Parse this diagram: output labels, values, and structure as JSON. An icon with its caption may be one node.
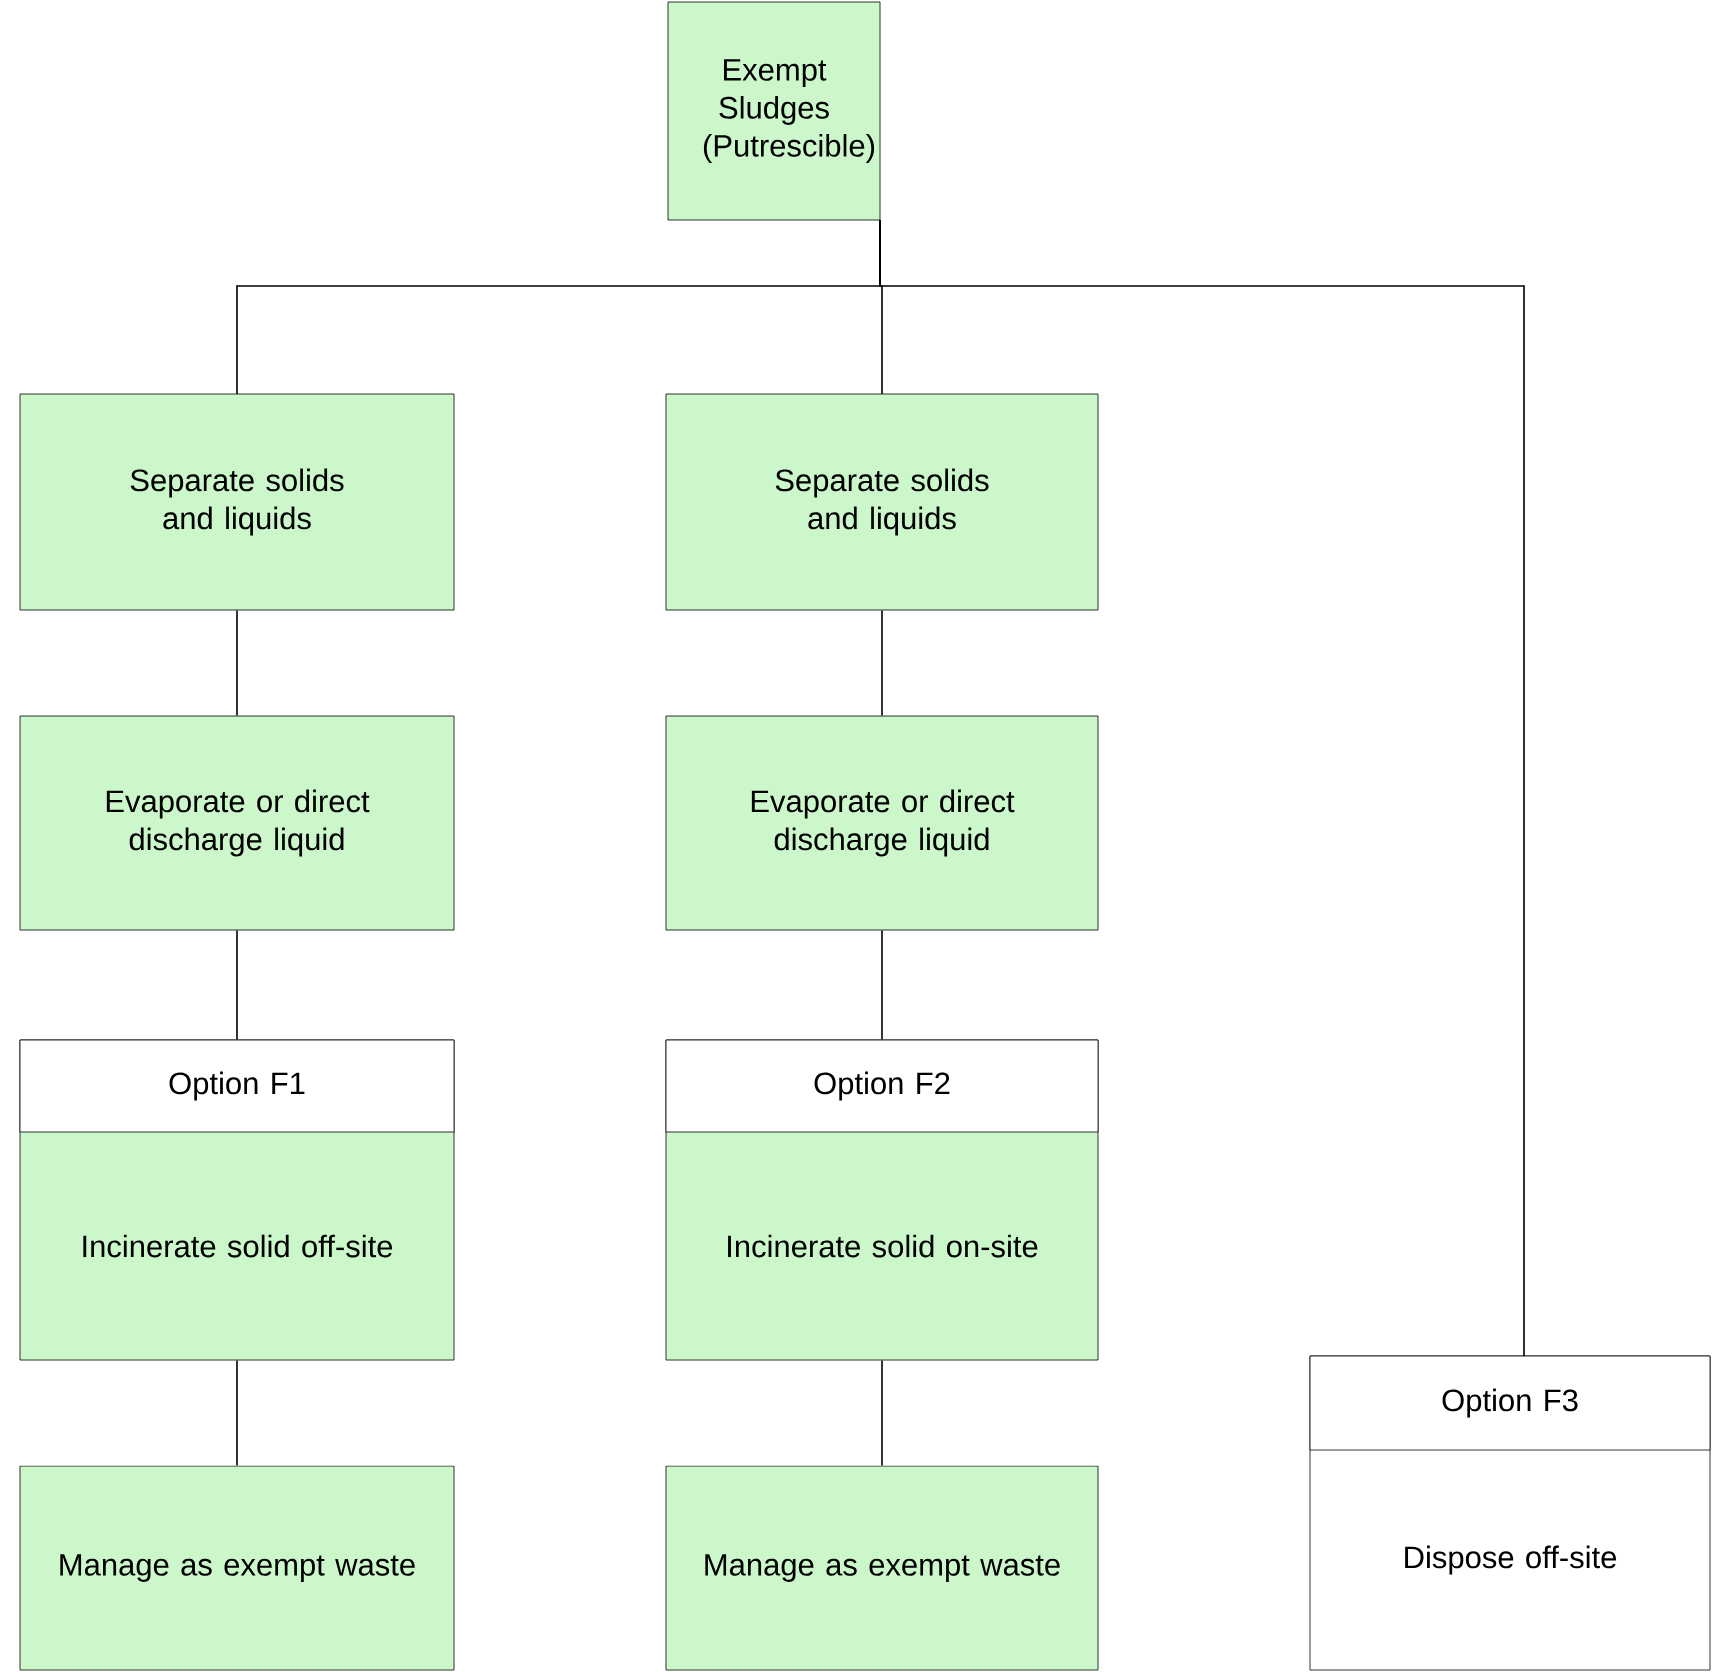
{
  "diagram": {
    "nodes": [
      {
        "text": [
          "Exempt Sludges (Putrescible)"
        ]
      },
      {
        "text": [
          "Separate solids and liquids"
        ]
      },
      {
        "text": [
          "Separate solids and liquids"
        ]
      },
      {
        "text": [
          "Evaporate or direct discharge liquid"
        ]
      },
      {
        "text": [
          "Evaporate or direct discharge liquid"
        ]
      },
      {
        "text": [
          "Option F1",
          "Incinerate solid off-site"
        ]
      },
      {
        "text": [
          "Option F2",
          "Incinerate solid on-site"
        ]
      },
      {
        "text": [
          "Option F3",
          "Dispose off-site"
        ]
      },
      {
        "text": [
          "Manage as exempt waste"
        ]
      },
      {
        "text": [
          "Manage as exempt waste"
        ]
      }
    ],
    "edges": [
      {
        "from": 0,
        "to": 1,
        "arrow": "none"
      },
      {
        "from": 0,
        "to": 2,
        "arrow": "none"
      },
      {
        "from": 0,
        "to": 7,
        "arrow": "none"
      },
      {
        "from": 1,
        "to": 3,
        "arrow": "none"
      },
      {
        "from": 2,
        "to": 4,
        "arrow": "none"
      },
      {
        "from": 3,
        "to": 5,
        "arrow": "none"
      },
      {
        "from": 4,
        "to": 6,
        "arrow": "none"
      },
      {
        "from": 5,
        "to": 8,
        "arrow": "none"
      },
      {
        "from": 6,
        "to": 9,
        "arrow": "none"
      }
    ]
  }
}
